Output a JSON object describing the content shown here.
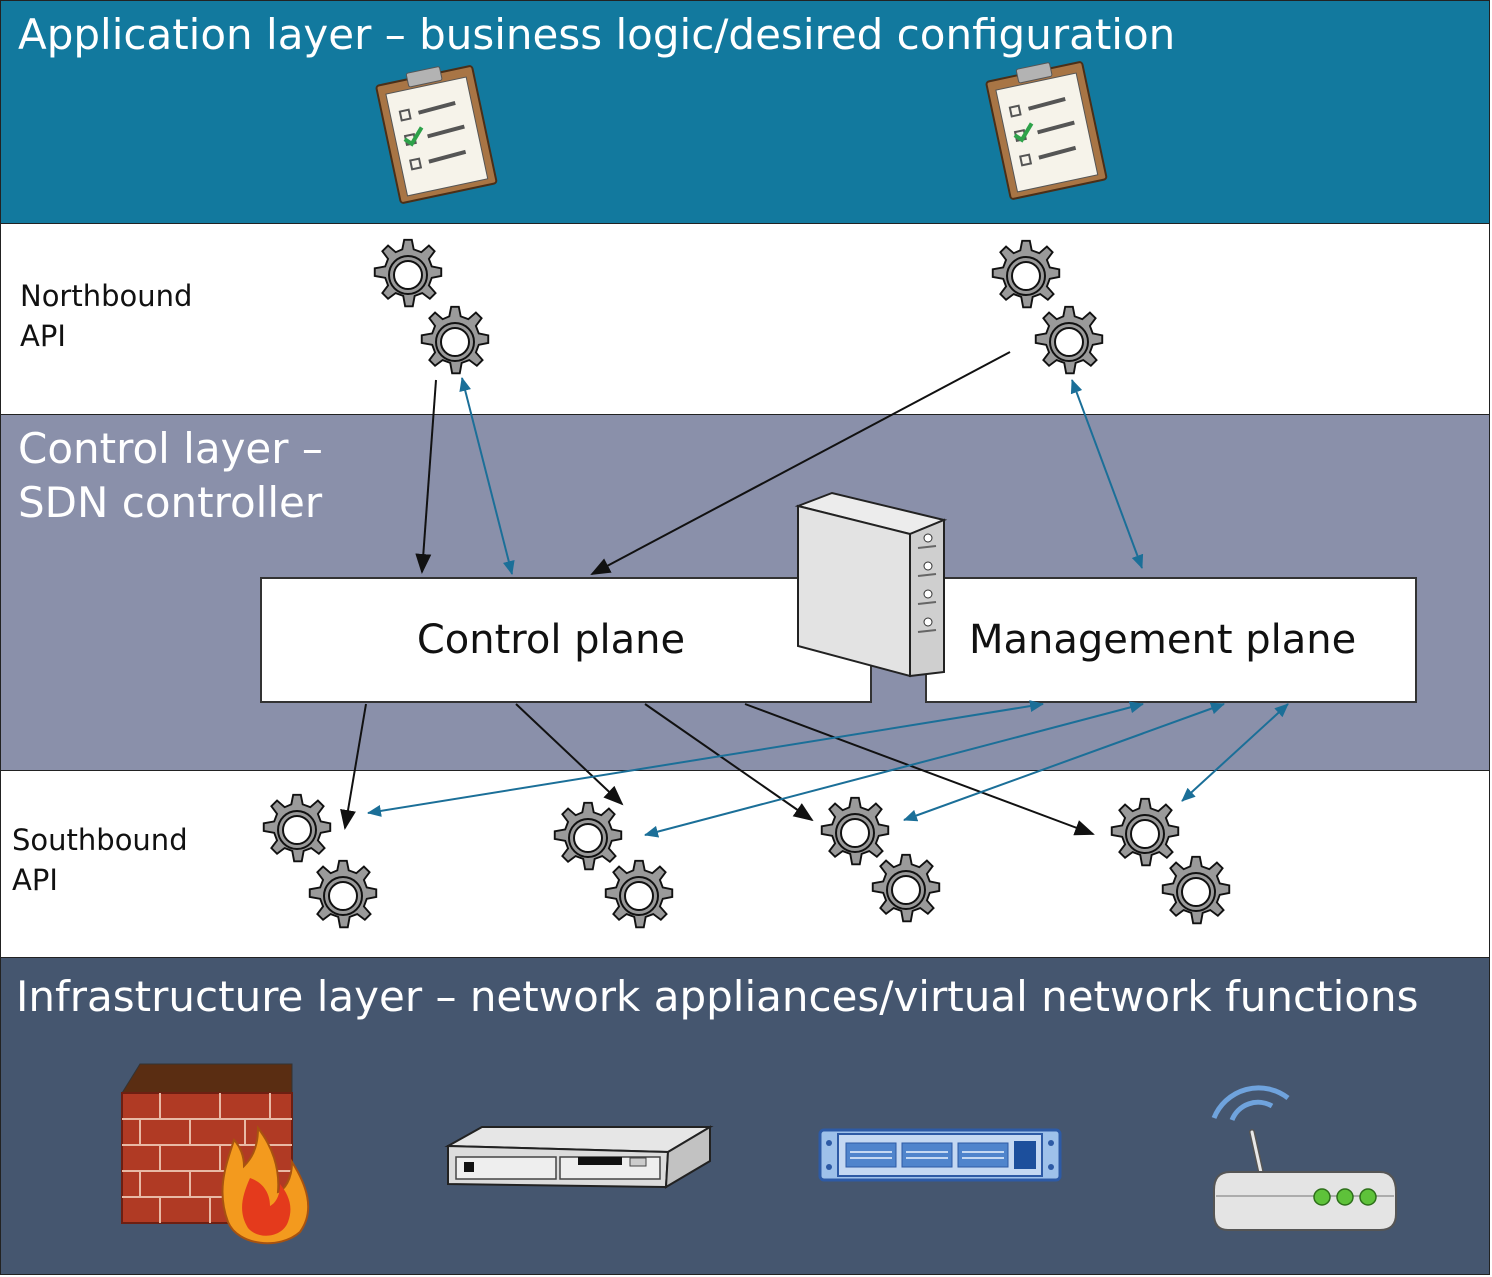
{
  "layers": {
    "application": {
      "title": "Application layer – business logic/desired configuration"
    },
    "northbound": {
      "label_line1": "Northbound",
      "label_line2": "API"
    },
    "control": {
      "title_line1": "Control layer –",
      "title_line2": "SDN controller"
    },
    "southbound": {
      "label_line1": "Southbound",
      "label_line2": "API"
    },
    "infrastructure": {
      "title": "Infrastructure layer – network appliances/virtual network functions"
    }
  },
  "planes": {
    "control": "Control plane",
    "management": "Management plane"
  },
  "icons": {
    "application": [
      "clipboard-checklist-icon",
      "clipboard-checklist-icon"
    ],
    "api": "gears-icon",
    "controller": "server-icon",
    "infrastructure": [
      "firewall-icon",
      "network-appliance-icon",
      "rack-switch-icon",
      "wireless-router-icon"
    ]
  },
  "colors": {
    "application_band": "#12799e",
    "control_band": "#8a90aa",
    "infrastructure_band": "#45566f",
    "control_arrow": "#111111",
    "management_arrow": "#1b6f98",
    "gear": "#9a9a9a"
  }
}
